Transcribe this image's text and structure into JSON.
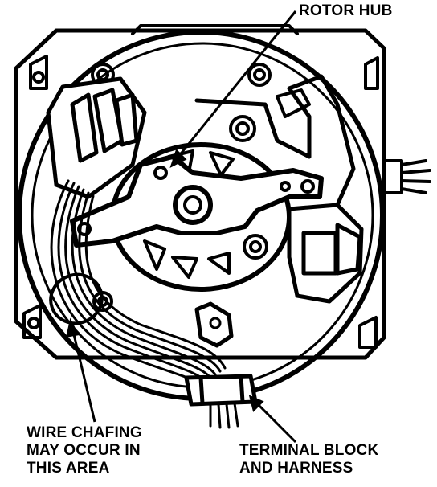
{
  "labels": {
    "rotor_hub": "ROTOR HUB",
    "wire_chafing": [
      "WIRE CHAFING",
      "MAY OCCUR IN",
      "THIS AREA"
    ],
    "terminal_block": [
      "TERMINAL BLOCK",
      "AND HARNESS"
    ]
  },
  "colors": {
    "ink": "#000000",
    "paper": "#ffffff"
  }
}
